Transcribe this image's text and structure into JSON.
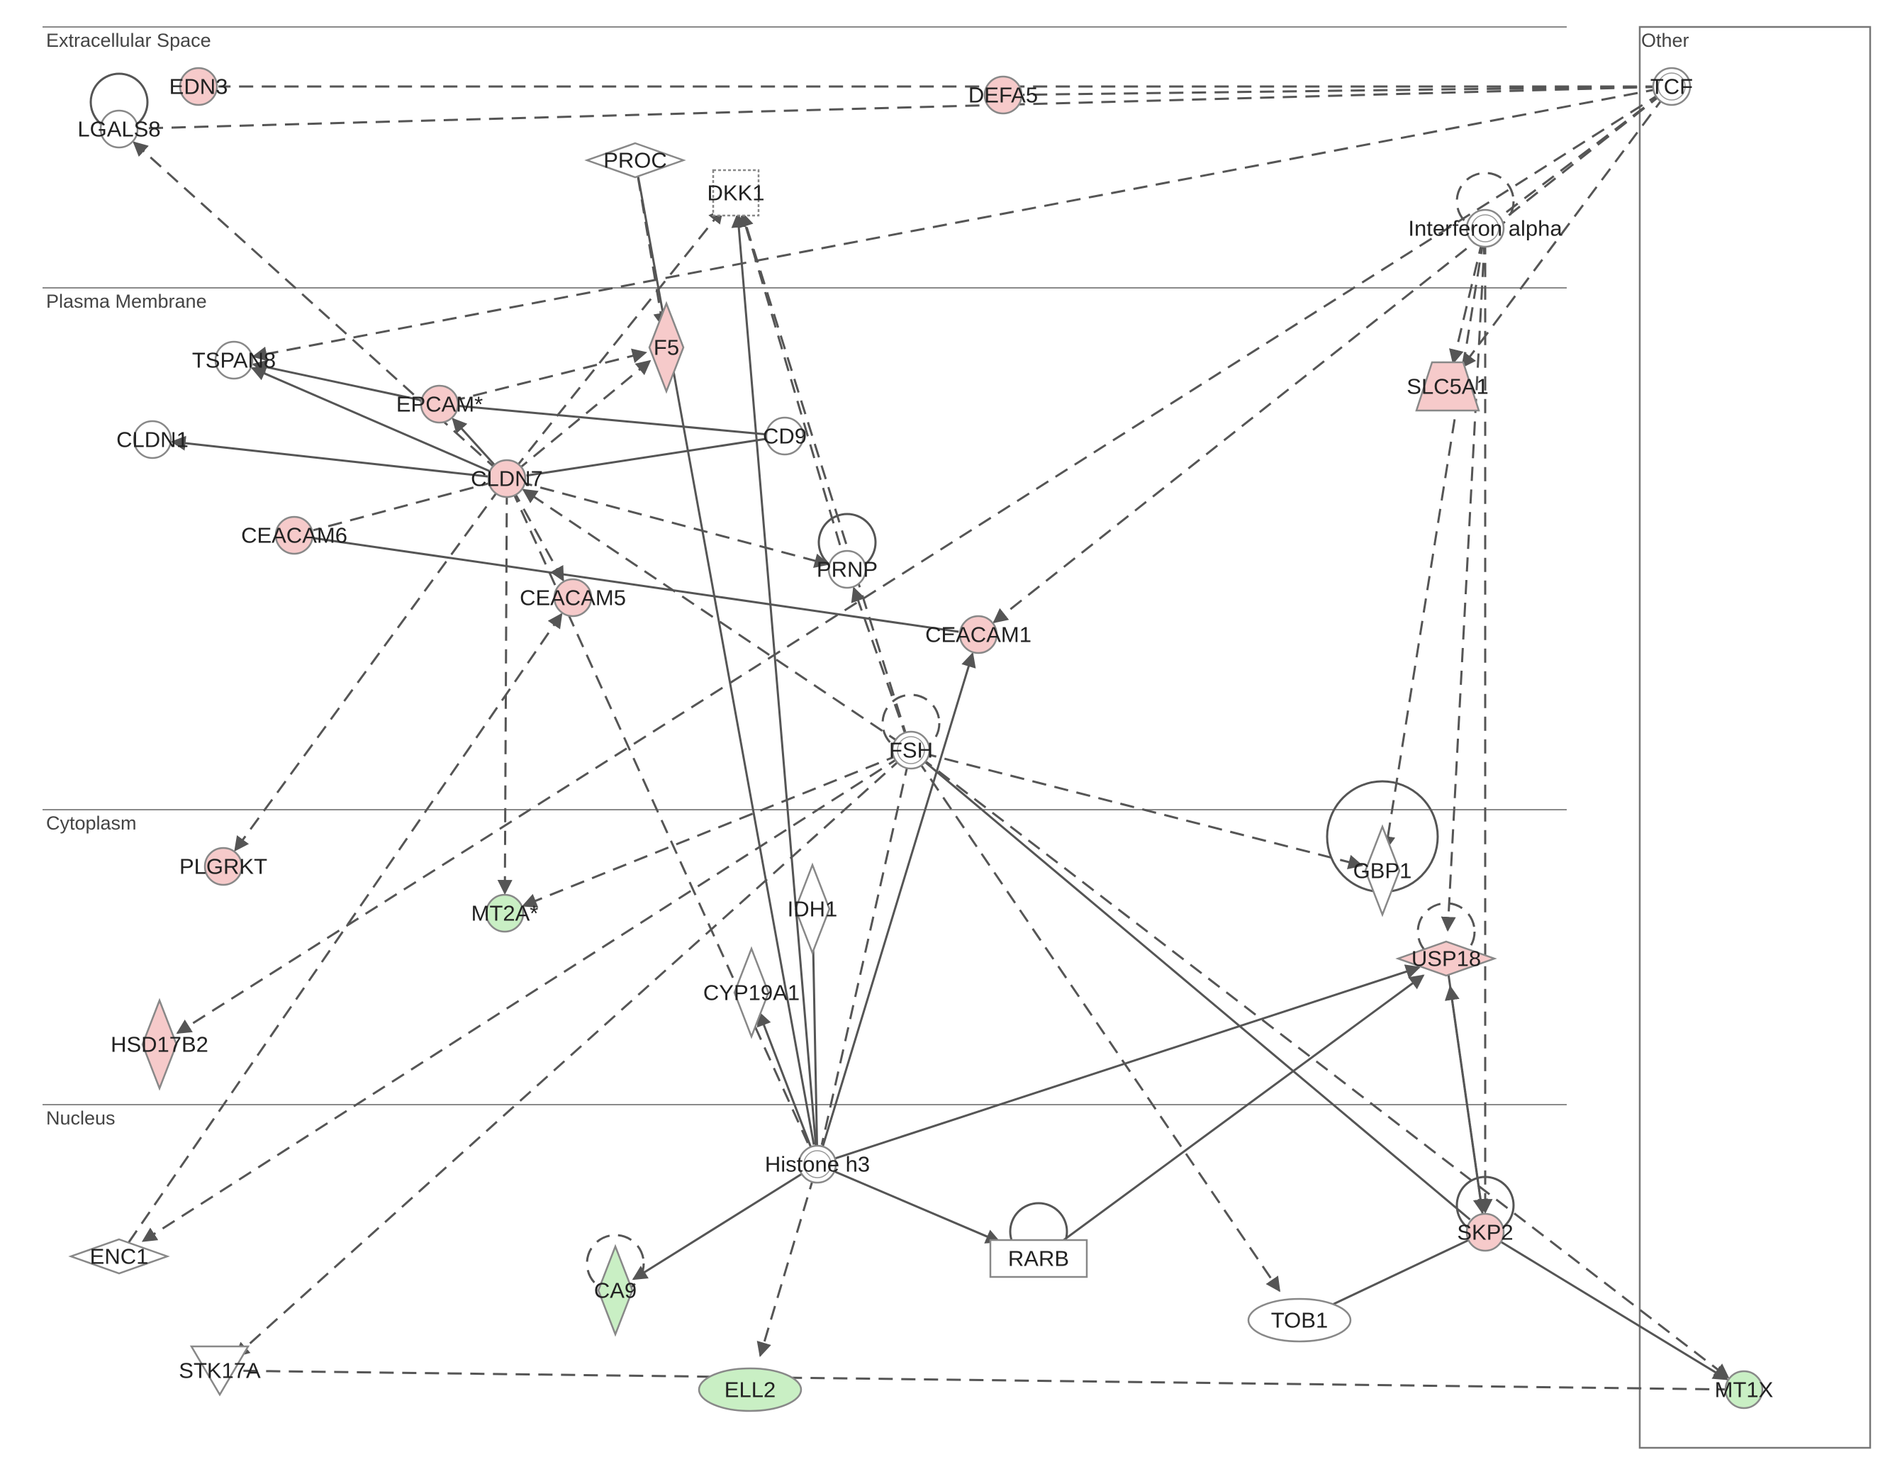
{
  "colors": {
    "up": "#f6caca",
    "down": "#c9efc4",
    "none": "#ffffff",
    "edge": "#555555"
  },
  "regions": {
    "extracellular": "Extracellular Space",
    "plasma": "Plasma Membrane",
    "cytoplasm": "Cytoplasm",
    "nucleus": "Nucleus",
    "other": "Other"
  },
  "nodes": [
    {
      "id": "EDN3",
      "label": "EDN3",
      "shape": "circle",
      "fill": "up"
    },
    {
      "id": "LGALS8",
      "label": "LGALS8",
      "shape": "circle",
      "fill": "none"
    },
    {
      "id": "DEFA5",
      "label": "DEFA5",
      "shape": "circle",
      "fill": "up"
    },
    {
      "id": "TCF",
      "label": "TCF",
      "shape": "circle",
      "fill": "none"
    },
    {
      "id": "PROC",
      "label": "PROC",
      "shape": "diamond-wide",
      "fill": "none"
    },
    {
      "id": "DKK1",
      "label": "DKK1",
      "shape": "square",
      "fill": "none"
    },
    {
      "id": "IFNA",
      "label": "Interferon alpha",
      "shape": "circle",
      "fill": "none"
    },
    {
      "id": "TSPAN8",
      "label": "TSPAN8",
      "shape": "circle",
      "fill": "none"
    },
    {
      "id": "F5",
      "label": "F5",
      "shape": "diamond",
      "fill": "up"
    },
    {
      "id": "EPCAM",
      "label": "EPCAM*",
      "shape": "circle",
      "fill": "up"
    },
    {
      "id": "CLDN1",
      "label": "CLDN1",
      "shape": "circle",
      "fill": "none"
    },
    {
      "id": "CD9",
      "label": "CD9",
      "shape": "circle",
      "fill": "none"
    },
    {
      "id": "CLDN7",
      "label": "CLDN7",
      "shape": "circle",
      "fill": "up"
    },
    {
      "id": "SLC5A1",
      "label": "SLC5A1",
      "shape": "trapezoid",
      "fill": "up"
    },
    {
      "id": "CEACAM6",
      "label": "CEACAM6",
      "shape": "circle",
      "fill": "up"
    },
    {
      "id": "PRNP",
      "label": "PRNP",
      "shape": "circle",
      "fill": "none"
    },
    {
      "id": "CEACAM5",
      "label": "CEACAM5",
      "shape": "circle",
      "fill": "up"
    },
    {
      "id": "CEACAM1",
      "label": "CEACAM1",
      "shape": "circle",
      "fill": "up"
    },
    {
      "id": "FSH",
      "label": "FSH",
      "shape": "circle",
      "fill": "none"
    },
    {
      "id": "PLGRKT",
      "label": "PLGRKT",
      "shape": "circle",
      "fill": "up"
    },
    {
      "id": "GBP1",
      "label": "GBP1",
      "shape": "diamond",
      "fill": "none"
    },
    {
      "id": "MT2A",
      "label": "MT2A*",
      "shape": "circle",
      "fill": "down"
    },
    {
      "id": "IDH1",
      "label": "IDH1",
      "shape": "diamond",
      "fill": "none"
    },
    {
      "id": "USP18",
      "label": "USP18",
      "shape": "diamond-wide",
      "fill": "up"
    },
    {
      "id": "CYP19A1",
      "label": "CYP19A1",
      "shape": "diamond",
      "fill": "none"
    },
    {
      "id": "HSD17B2",
      "label": "HSD17B2",
      "shape": "diamond",
      "fill": "up"
    },
    {
      "id": "H3",
      "label": "Histone h3",
      "shape": "circle",
      "fill": "none"
    },
    {
      "id": "ENC1",
      "label": "ENC1",
      "shape": "diamond-wide",
      "fill": "none"
    },
    {
      "id": "CA9",
      "label": "CA9",
      "shape": "diamond",
      "fill": "down"
    },
    {
      "id": "RARB",
      "label": "RARB",
      "shape": "rect",
      "fill": "none"
    },
    {
      "id": "SKP2",
      "label": "SKP2",
      "shape": "circle",
      "fill": "up"
    },
    {
      "id": "TOB1",
      "label": "TOB1",
      "shape": "ellipse",
      "fill": "none"
    },
    {
      "id": "STK17A",
      "label": "STK17A",
      "shape": "triangle-down",
      "fill": "none"
    },
    {
      "id": "ELL2",
      "label": "ELL2",
      "shape": "ellipse",
      "fill": "down"
    },
    {
      "id": "MT1X",
      "label": "MT1X",
      "shape": "circle",
      "fill": "down"
    }
  ],
  "edges": [
    {
      "from": "TCF",
      "to": "EDN3",
      "dashed": true,
      "arrow": false
    },
    {
      "from": "TCF",
      "to": "LGALS8",
      "dashed": true,
      "arrow": false
    },
    {
      "from": "TCF",
      "to": "DEFA5",
      "dashed": true,
      "arrow": false
    },
    {
      "from": "TCF",
      "to": "TSPAN8",
      "dashed": true,
      "arrow": true
    },
    {
      "from": "TCF",
      "to": "IFNA",
      "dashed": true,
      "arrow": false
    },
    {
      "from": "TCF",
      "to": "CEACAM1",
      "dashed": true,
      "arrow": true
    },
    {
      "from": "TCF",
      "to": "HSD17B2",
      "dashed": true,
      "arrow": true
    },
    {
      "from": "TCF",
      "to": "SLC5A1",
      "dashed": true,
      "arrow": true
    },
    {
      "from": "CLDN7",
      "to": "LGALS8",
      "dashed": true,
      "arrow": true
    },
    {
      "from": "CLDN7",
      "to": "TSPAN8",
      "dashed": false,
      "arrow": true
    },
    {
      "from": "CLDN7",
      "to": "CLDN1",
      "dashed": false,
      "arrow": true
    },
    {
      "from": "CLDN7",
      "to": "EPCAM",
      "dashed": false,
      "arrow": true
    },
    {
      "from": "CLDN7",
      "to": "F5",
      "dashed": true,
      "arrow": true
    },
    {
      "from": "CLDN7",
      "to": "DKK1",
      "dashed": true,
      "arrow": true
    },
    {
      "from": "CLDN7",
      "to": "CEACAM6",
      "dashed": true,
      "arrow": false
    },
    {
      "from": "CLDN7",
      "to": "CEACAM5",
      "dashed": true,
      "arrow": true
    },
    {
      "from": "CLDN7",
      "to": "PRNP",
      "dashed": true,
      "arrow": true
    },
    {
      "from": "CLDN7",
      "to": "PLGRKT",
      "dashed": true,
      "arrow": true
    },
    {
      "from": "CLDN7",
      "to": "MT2A",
      "dashed": true,
      "arrow": true
    },
    {
      "from": "CLDN7",
      "to": "H3",
      "dashed": true,
      "arrow": false
    },
    {
      "from": "EPCAM",
      "to": "TSPAN8",
      "dashed": false,
      "arrow": true
    },
    {
      "from": "EPCAM",
      "to": "F5",
      "dashed": true,
      "arrow": true
    },
    {
      "from": "CD9",
      "to": "EPCAM",
      "dashed": false,
      "arrow": false
    },
    {
      "from": "CD9",
      "to": "CLDN7",
      "dashed": false,
      "arrow": false
    },
    {
      "from": "PROC",
      "to": "F5",
      "dashed": true,
      "arrow": true
    },
    {
      "from": "PROC",
      "to": "H3",
      "dashed": false,
      "arrow": false
    },
    {
      "from": "DKK1",
      "to": "PRNP",
      "dashed": true,
      "arrow": false
    },
    {
      "from": "H3",
      "to": "DKK1",
      "dashed": false,
      "arrow": true
    },
    {
      "from": "CEACAM6",
      "to": "CEACAM1",
      "dashed": false,
      "arrow": false
    },
    {
      "from": "FSH",
      "to": "DKK1",
      "dashed": true,
      "arrow": true
    },
    {
      "from": "FSH",
      "to": "PRNP",
      "dashed": true,
      "arrow": true
    },
    {
      "from": "FSH",
      "to": "CLDN7",
      "dashed": true,
      "arrow": true
    },
    {
      "from": "FSH",
      "to": "MT2A",
      "dashed": true,
      "arrow": true
    },
    {
      "from": "FSH",
      "to": "ENC1",
      "dashed": true,
      "arrow": true
    },
    {
      "from": "FSH",
      "to": "STK17A",
      "dashed": true,
      "arrow": true
    },
    {
      "from": "FSH",
      "to": "GBP1",
      "dashed": true,
      "arrow": true
    },
    {
      "from": "FSH",
      "to": "TOB1",
      "dashed": true,
      "arrow": true
    },
    {
      "from": "FSH",
      "to": "MT1X",
      "dashed": true,
      "arrow": true
    },
    {
      "from": "FSH",
      "to": "SKP2",
      "dashed": false,
      "arrow": false
    },
    {
      "from": "FSH",
      "to": "H3",
      "dashed": true,
      "arrow": false
    },
    {
      "from": "IFNA",
      "to": "SLC5A1",
      "dashed": true,
      "arrow": true
    },
    {
      "from": "IFNA",
      "to": "GBP1",
      "dashed": true,
      "arrow": true
    },
    {
      "from": "IFNA",
      "to": "USP18",
      "dashed": true,
      "arrow": true
    },
    {
      "from": "IFNA",
      "to": "SKP2",
      "dashed": true,
      "arrow": true
    },
    {
      "from": "ENC1",
      "to": "CEACAM5",
      "dashed": true,
      "arrow": true
    },
    {
      "from": "H3",
      "to": "CEACAM1",
      "dashed": false,
      "arrow": true
    },
    {
      "from": "H3",
      "to": "CYP19A1",
      "dashed": false,
      "arrow": true
    },
    {
      "from": "H3",
      "to": "IDH1",
      "dashed": false,
      "arrow": false
    },
    {
      "from": "H3",
      "to": "USP18",
      "dashed": false,
      "arrow": true
    },
    {
      "from": "H3",
      "to": "RARB",
      "dashed": false,
      "arrow": true
    },
    {
      "from": "H3",
      "to": "CA9",
      "dashed": false,
      "arrow": true
    },
    {
      "from": "H3",
      "to": "ELL2",
      "dashed": true,
      "arrow": true
    },
    {
      "from": "RARB",
      "to": "USP18",
      "dashed": false,
      "arrow": true
    },
    {
      "from": "SKP2",
      "to": "USP18",
      "dashed": false,
      "arrow": true
    },
    {
      "from": "USP18",
      "to": "SKP2",
      "dashed": false,
      "arrow": true
    },
    {
      "from": "SKP2",
      "to": "TOB1",
      "dashed": false,
      "arrow": false
    },
    {
      "from": "SKP2",
      "to": "MT1X",
      "dashed": false,
      "arrow": true
    },
    {
      "from": "MT1X",
      "to": "STK17A",
      "dashed": true,
      "arrow": false
    }
  ],
  "self_loops": [
    {
      "node": "LGALS8",
      "dashed": false
    },
    {
      "node": "IFNA",
      "dashed": true
    },
    {
      "node": "PRNP",
      "dashed": false
    },
    {
      "node": "FSH",
      "dashed": true
    },
    {
      "node": "GBP1",
      "dashed": false
    },
    {
      "node": "USP18",
      "dashed": true
    },
    {
      "node": "CA9",
      "dashed": true
    },
    {
      "node": "RARB",
      "dashed": false
    },
    {
      "node": "SKP2",
      "dashed": false
    }
  ]
}
